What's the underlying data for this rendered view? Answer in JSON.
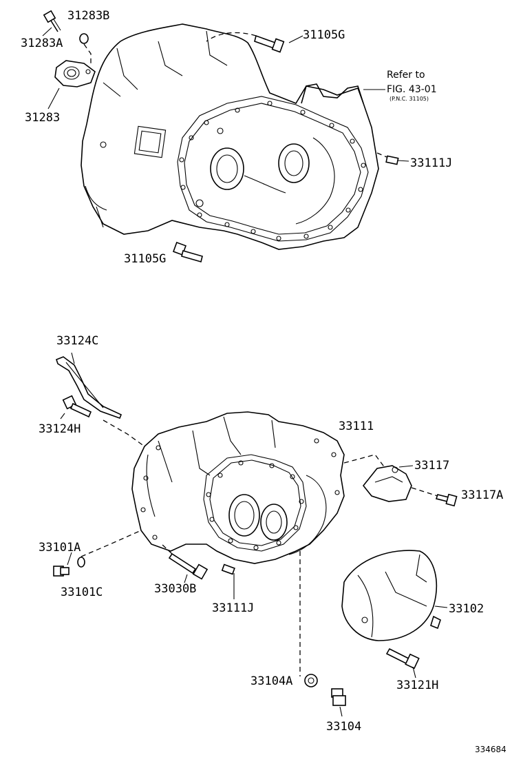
{
  "labels": {
    "p31283B": "31283B",
    "p31283A": "31283A",
    "p31283": "31283",
    "p31105G_top": "31105G",
    "refer_to": "Refer to",
    "fig_ref": "FIG. 43-01",
    "pnc_ref": "(P.N.C. 31105)",
    "p33111J_top": "33111J",
    "p31105G_bottom": "31105G",
    "p33124C": "33124C",
    "p33124H": "33124H",
    "p33111": "33111",
    "p33117": "33117",
    "p33117A": "33117A",
    "p33101A": "33101A",
    "p33101C": "33101C",
    "p33030B": "33030B",
    "p33111J_bottom": "33111J",
    "p33102": "33102",
    "p33104A": "33104A",
    "p33121H": "33121H",
    "p33104": "33104",
    "figure_number": "334684"
  }
}
